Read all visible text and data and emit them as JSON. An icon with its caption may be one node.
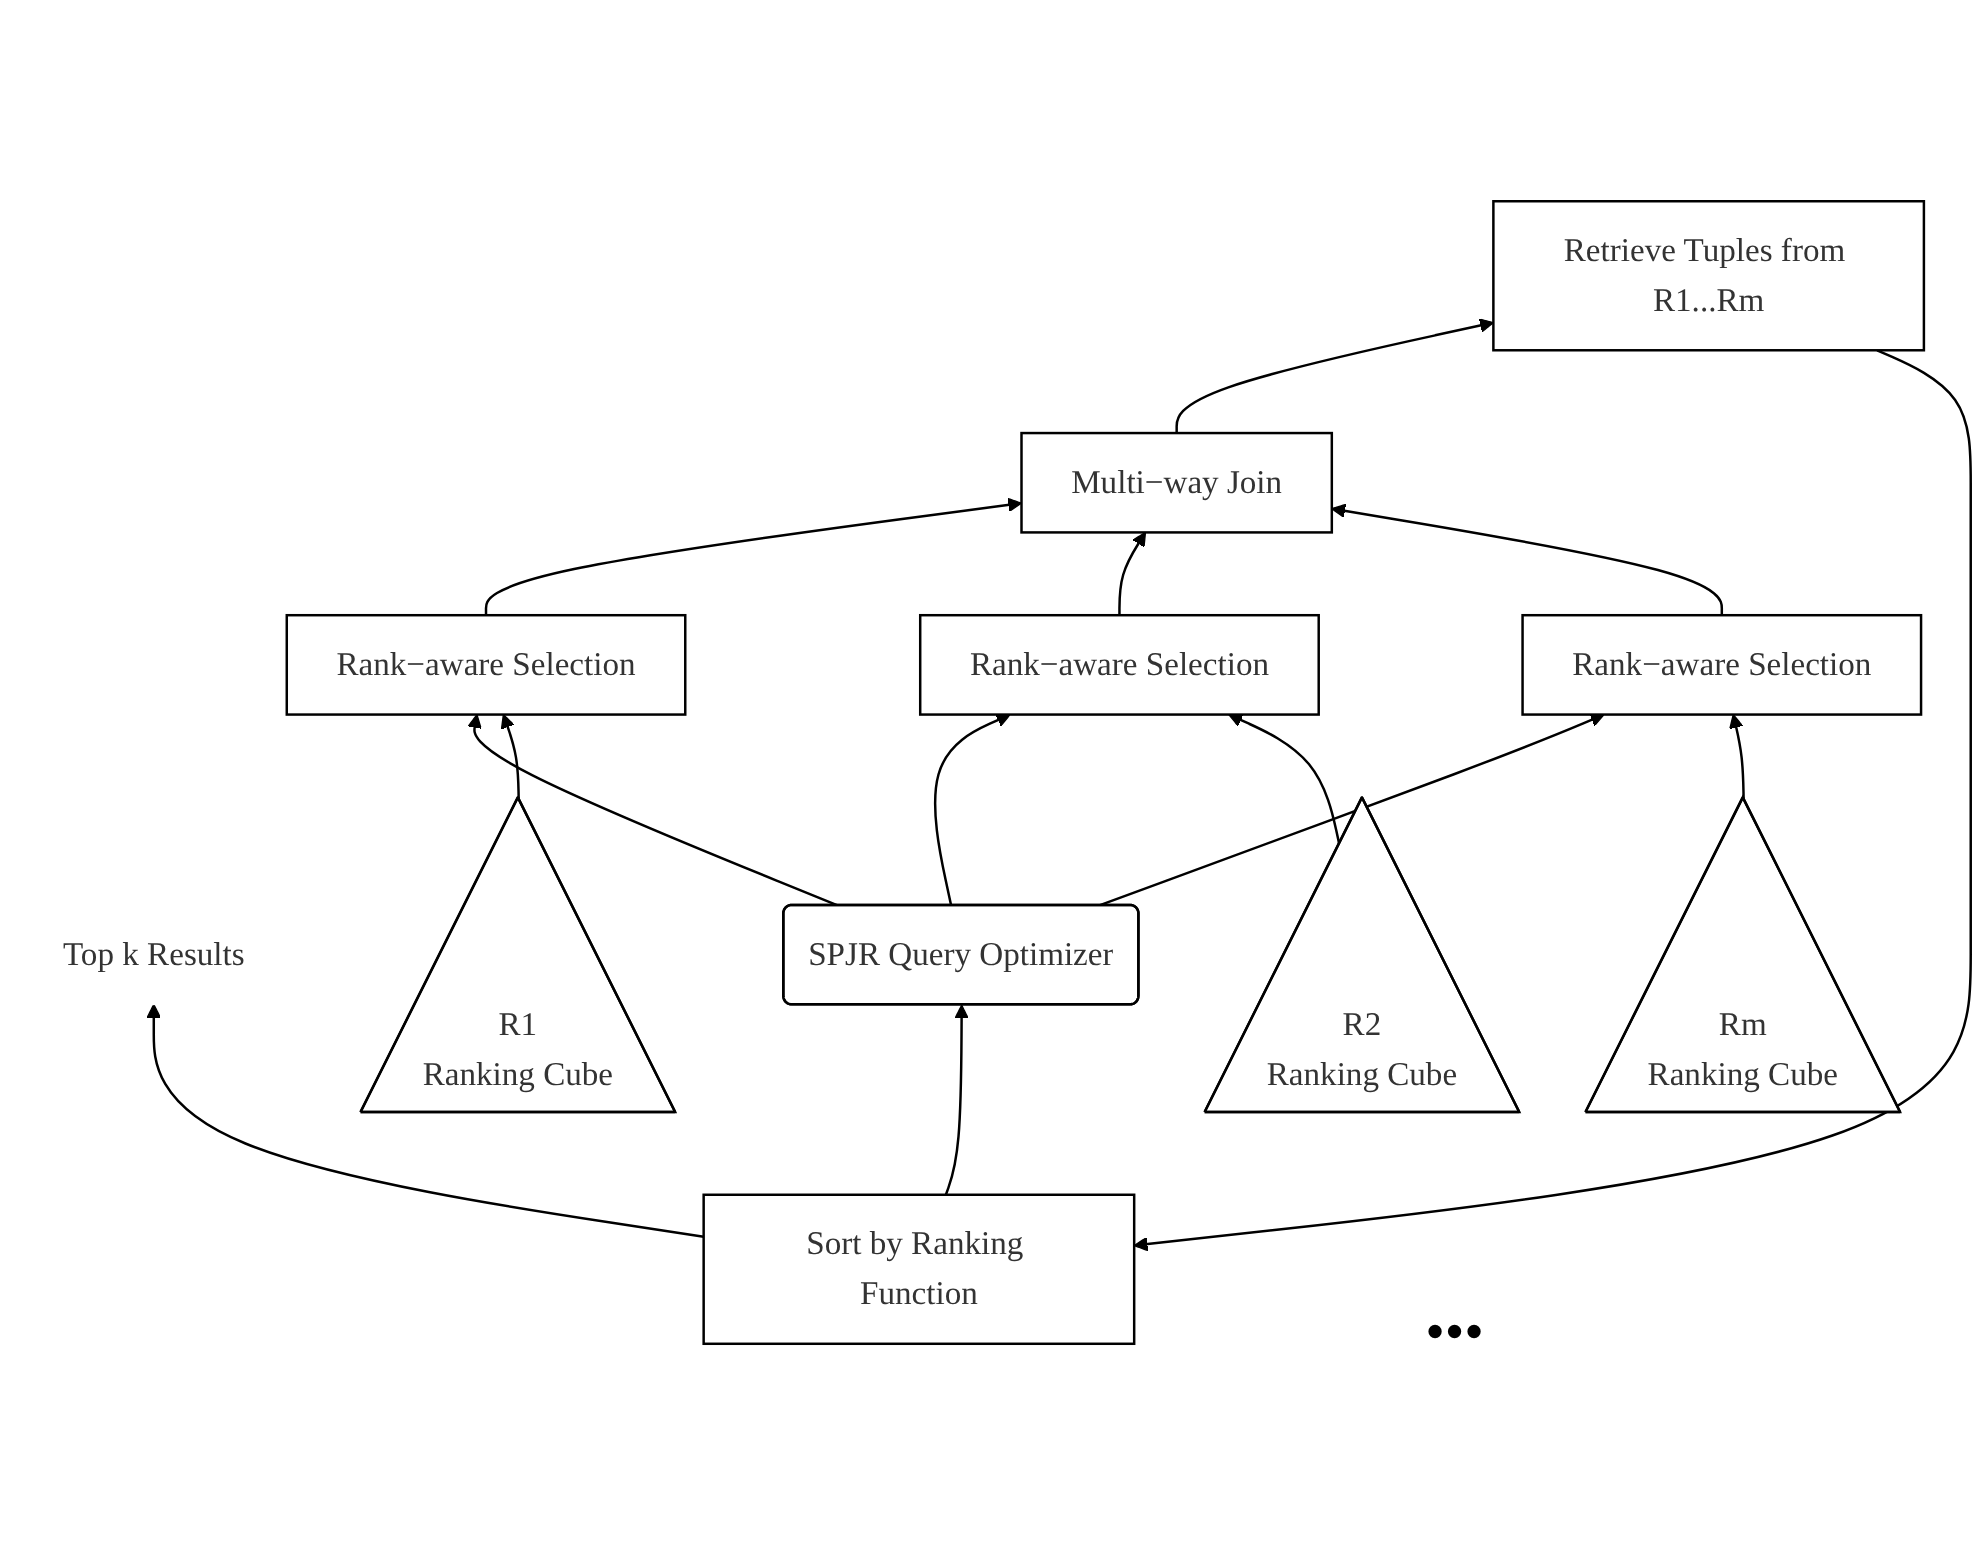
{
  "diagram": {
    "nodes": [
      {
        "text": [
          "Top k Results"
        ]
      },
      {
        "text": [
          "Sort by Ranking Function"
        ]
      },
      {
        "text": [
          "Retrieve Tuples from R1...Rm"
        ]
      },
      {
        "text": [
          "SPJR Query Optimizer"
        ]
      },
      {
        "text": [
          "Multi−way Join"
        ]
      },
      {
        "text": [
          "Rank−aware Selection"
        ]
      },
      {
        "text": [
          "Rank−aware Selection"
        ]
      },
      {
        "text": [
          "Rank−aware Selection"
        ]
      },
      {
        "text": [
          "R1",
          "Ranking Cube"
        ]
      },
      {
        "text": [
          "R2",
          "Ranking Cube"
        ]
      },
      {
        "text": [
          "Rm",
          "Ranking Cube"
        ]
      }
    ],
    "edges": [
      {
        "from": 1,
        "to": 0,
        "arrow": "to"
      },
      {
        "from": 2,
        "to": 1,
        "arrow": "to"
      },
      {
        "from": 1,
        "to": 3,
        "arrow": "to"
      },
      {
        "from": 4,
        "to": 2,
        "arrow": "to"
      },
      {
        "from": 3,
        "to": 5,
        "arrow": "to"
      },
      {
        "from": 3,
        "to": 6,
        "arrow": "to"
      },
      {
        "from": 3,
        "to": 7,
        "arrow": "to"
      },
      {
        "from": 5,
        "to": 4,
        "arrow": "to"
      },
      {
        "from": 6,
        "to": 4,
        "arrow": "to"
      },
      {
        "from": 7,
        "to": 4,
        "arrow": "to"
      },
      {
        "from": 8,
        "to": 5,
        "arrow": "to"
      },
      {
        "from": 9,
        "to": 6,
        "arrow": "to"
      },
      {
        "from": 10,
        "to": 7,
        "arrow": "to"
      }
    ],
    "labels": [
      "•••"
    ]
  }
}
